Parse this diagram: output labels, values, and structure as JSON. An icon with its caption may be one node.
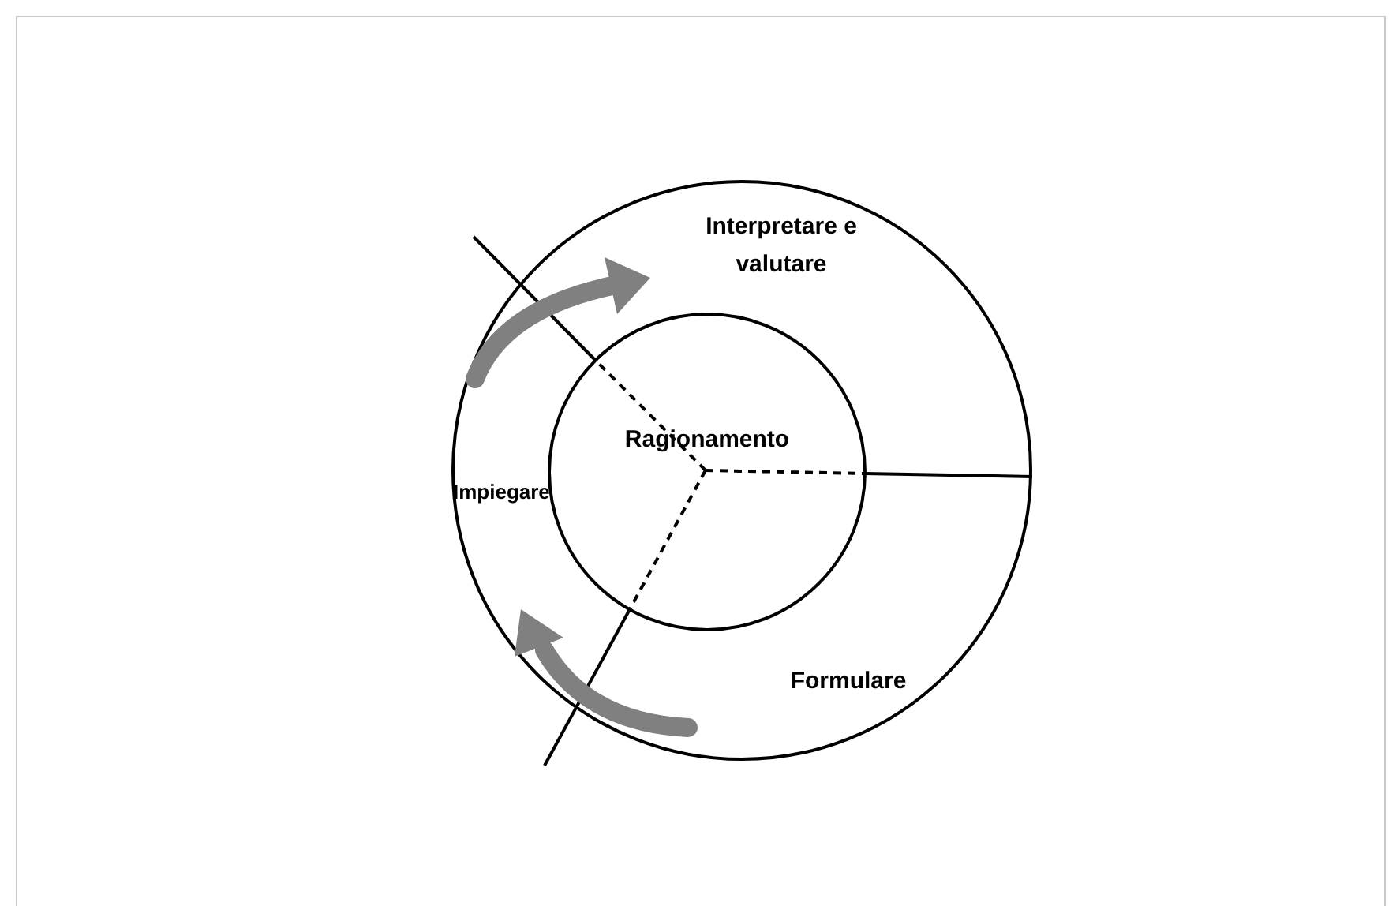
{
  "diagram": {
    "nodes": [
      {
        "text": [
          "Interpretare e valutare"
        ]
      },
      {
        "text": [
          "Impiegare"
        ]
      },
      {
        "text": [
          "Formulare"
        ]
      },
      {
        "text": [
          "Ragionamento"
        ]
      }
    ]
  }
}
